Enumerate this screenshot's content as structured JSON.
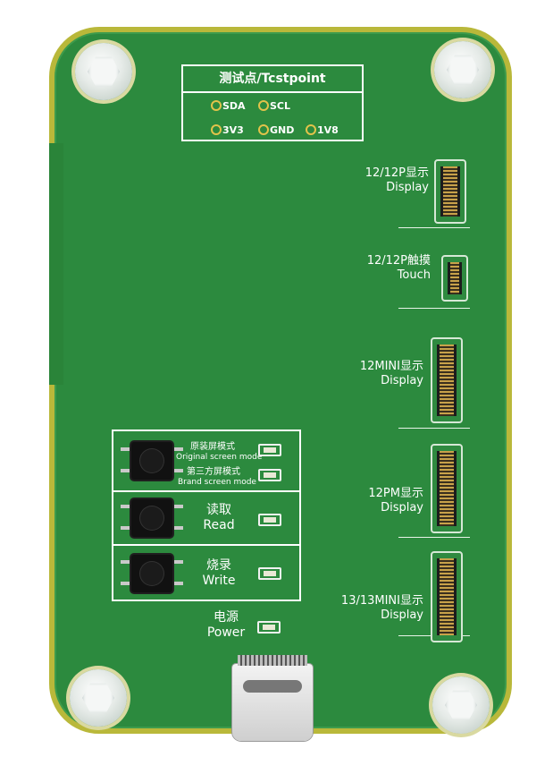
{
  "test_points": {
    "title": "测试点/Tcstpoint",
    "pads": [
      "SDA",
      "SCL",
      "3V3",
      "GND",
      "1V8"
    ]
  },
  "connectors": [
    {
      "zh": "12/12P显示",
      "en": "Display"
    },
    {
      "zh": "12/12P触摸",
      "en": "Touch"
    },
    {
      "zh": "12MINI显示",
      "en": "Display"
    },
    {
      "zh": "12PM显示",
      "en": "Display"
    },
    {
      "zh": "13/13MINI显示",
      "en": "Display"
    }
  ],
  "controls": {
    "mode": {
      "original_zh": "原装屏模式",
      "original_en": "Original screen mode",
      "brand_zh": "第三方屏模式",
      "brand_en": "Brand screen mode"
    },
    "read": {
      "zh": "读取",
      "en": "Read"
    },
    "write": {
      "zh": "烧录",
      "en": "Write"
    }
  },
  "power": {
    "zh": "电源",
    "en": "Power"
  },
  "colors": {
    "board": "#2c8a3e",
    "edge": "#b9b83a",
    "silk": "#ffffff",
    "pad_ring": "#e2c34a"
  }
}
